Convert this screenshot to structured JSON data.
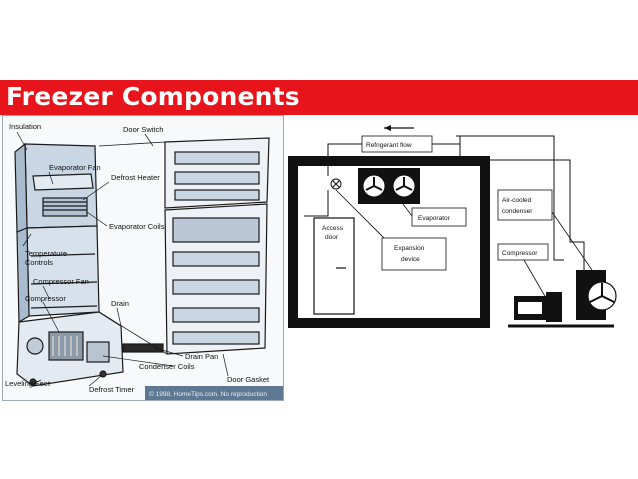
{
  "slide": {
    "title": "Freezer Components"
  },
  "left_diagram": {
    "labels": {
      "insulation": "Insulation",
      "door_switch": "Door Switch",
      "evaporator_fan": "Evaporator Fan",
      "defrost_heater": "Defrost Heater",
      "evaporator_coils": "Evaporator Coils",
      "temperature": "Temperature",
      "controls": "Controls",
      "compressor_fan": "Compressor Fan",
      "compressor": "Compressor",
      "drain": "Drain",
      "drain_pan": "Drain Pan",
      "condenser_coils": "Condenser Coils",
      "door_gasket": "Door Gasket",
      "leveling_feet": "Leveling Feet",
      "defrost_timer": "Defrost Timer"
    },
    "copyright": "© 1998, HomeTips.com.  No reproduction"
  },
  "right_diagram": {
    "labels": {
      "refrigerant_flow": "Refrigerant flow",
      "evaporator": "Evaporator",
      "access": "Access",
      "door": "door",
      "expansion": "Expansion",
      "device": "device",
      "air_cooled": "Air-cooled",
      "condenser": "condenser",
      "compressor": "Compressor"
    }
  },
  "colors": {
    "title_bar": "#e8141c",
    "left_bg": "#f4f6f8",
    "cabinet_blue": "#c9d6e4",
    "outline": "#1a1a1a"
  }
}
